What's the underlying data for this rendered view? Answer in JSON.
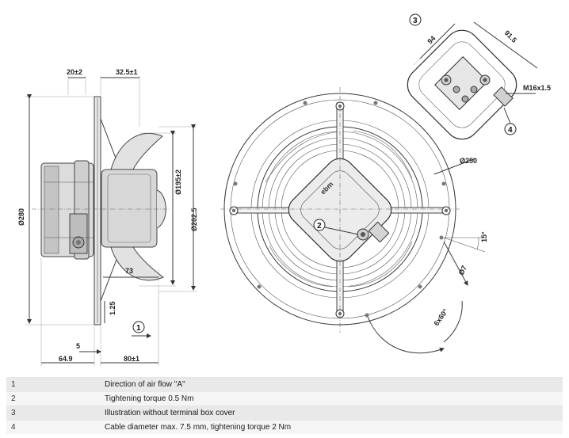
{
  "dimensions": {
    "d20": "20±2",
    "d32_5": "32.5±1",
    "d195": "Ø195±2",
    "d202_5": "Ø202.5",
    "d280": "Ø280",
    "d73": "73",
    "d1_25": "1.25",
    "d5": "5",
    "d64_9": "64.9",
    "d80": "80±1",
    "d250": "Ø250",
    "d94": "94",
    "d91_5": "91.5",
    "m16": "M16x1.5",
    "d15": "15°",
    "d7": "Ø7",
    "d6x60": "6x60°"
  },
  "brand_logo_text": "ebm",
  "callouts": [
    "1",
    "2",
    "3",
    "4"
  ],
  "notes": [
    {
      "num": "1",
      "text": "Direction of air flow \"A\""
    },
    {
      "num": "2",
      "text": "Tightening torque 0.5 Nm"
    },
    {
      "num": "3",
      "text": "Illustration without terminal box cover"
    },
    {
      "num": "4",
      "text": "Cable diameter max. 7.5 mm, tightening torque 2 Nm"
    }
  ]
}
